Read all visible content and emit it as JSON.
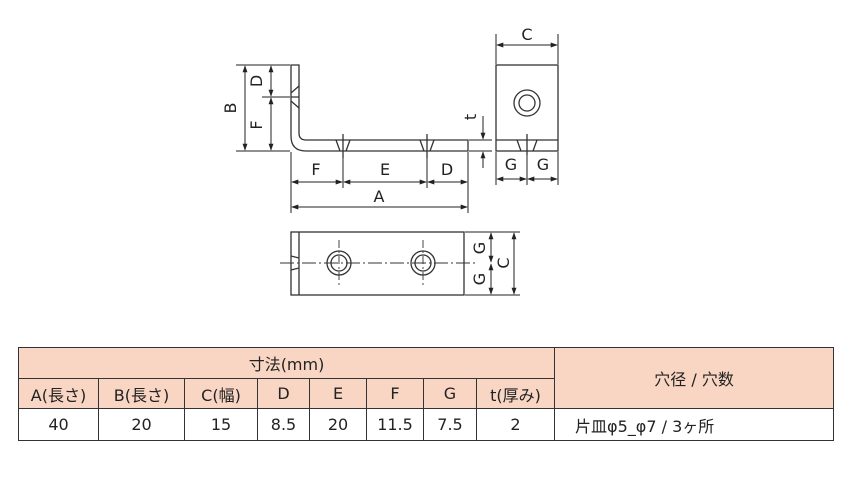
{
  "drawing": {
    "labels": {
      "side_B": "B",
      "side_D": "D",
      "side_F": "F",
      "bottom_F": "F",
      "bottom_E": "E",
      "bottom_D": "D",
      "bottom_A": "A",
      "thickness_t": "t",
      "end_C": "C",
      "end_G1": "G",
      "end_G2": "G",
      "plan_G1": "G",
      "plan_G2": "G",
      "plan_C": "C"
    }
  },
  "table": {
    "group_header": "寸法(mm)",
    "hole_header": "穴径 / 穴数",
    "columns": [
      "A(長さ)",
      "B(長さ)",
      "C(幅)",
      "D",
      "E",
      "F",
      "G",
      "t(厚み)"
    ],
    "values": [
      "40",
      "20",
      "15",
      "8.5",
      "20",
      "11.5",
      "7.5",
      "2"
    ],
    "hole_value": "片皿φ5_φ7 / 3ヶ所"
  },
  "colors": {
    "header_bg": "#f9d6c4",
    "line": "#333333"
  }
}
